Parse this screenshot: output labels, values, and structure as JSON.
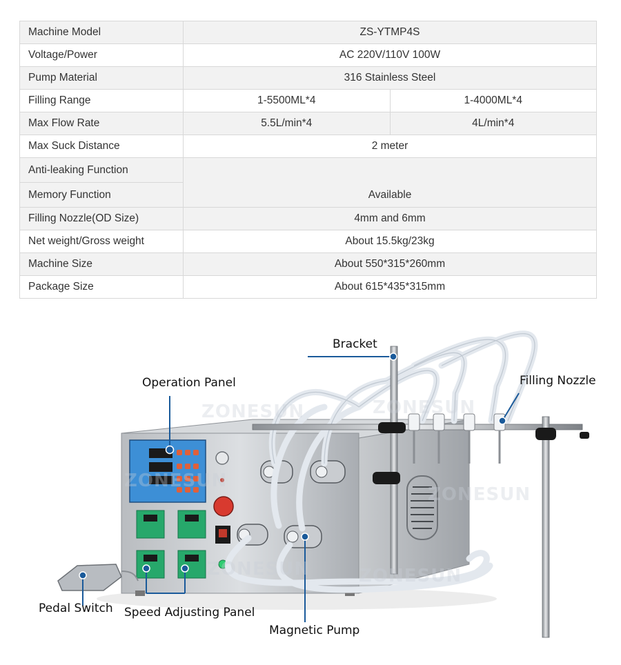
{
  "spec_table": {
    "rows": [
      {
        "label": "Machine Model",
        "value": "ZS-YTMP4S"
      },
      {
        "label": "Voltage/Power",
        "value": "AC 220V/110V 100W"
      },
      {
        "label": "Pump Material",
        "value": "316 Stainless Steel"
      },
      {
        "label": "Filling Range",
        "value_a": "1-5500ML*4",
        "value_b": "1-4000ML*4"
      },
      {
        "label": "Max Flow Rate",
        "value_a": "5.5L/min*4",
        "value_b": "4L/min*4"
      },
      {
        "label": "Max Suck Distance",
        "value": "2 meter"
      },
      {
        "label": "Anti-leaking Function"
      },
      {
        "label": "Memory Function",
        "merged_value": "Available"
      },
      {
        "label": "Filling Nozzle(OD Size)",
        "value": "4mm and 6mm"
      },
      {
        "label": "Net weight/Gross weight",
        "value": "About 15.5kg/23kg"
      },
      {
        "label": "Machine Size",
        "value": "About 550*315*260mm"
      },
      {
        "label": "Package Size",
        "value": "About 615*435*315mm"
      }
    ]
  },
  "diagram": {
    "callouts": {
      "bracket": "Bracket",
      "operation_panel": "Operation Panel",
      "filling_nozzle": "Filling Nozzle",
      "pedal_switch": "Pedal Switch",
      "speed_adjusting_panel": "Speed Adjusting Panel",
      "magnetic_pump": "Magnetic Pump"
    },
    "watermark": "ZONESUN",
    "callout_color": "#1a5a9a",
    "panel_screen_color": "#3d8fd6",
    "speed_panel_color": "#27a86b"
  }
}
